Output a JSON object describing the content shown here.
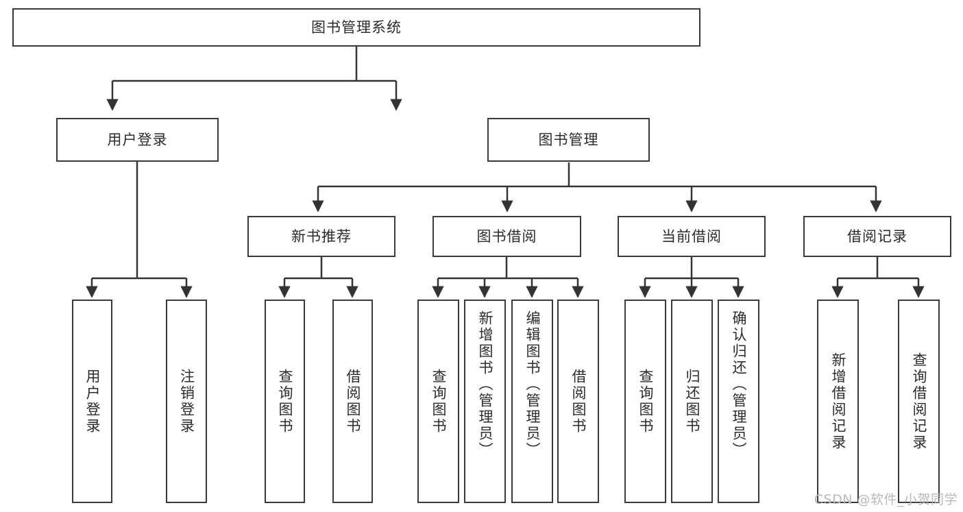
{
  "diagram": {
    "type": "tree-hierarchy",
    "title": "图书管理系统",
    "root": {
      "label": "图书管理系统"
    },
    "level2": [
      {
        "label": "用户登录"
      },
      {
        "label": "图书管理"
      }
    ],
    "level3": [
      {
        "label": "新书推荐"
      },
      {
        "label": "图书借阅"
      },
      {
        "label": "当前借阅"
      },
      {
        "label": "借阅记录"
      }
    ],
    "leaves": {
      "user_login": [
        {
          "label": "用户登录"
        },
        {
          "label": "注销登录"
        }
      ],
      "new_book_recommend": [
        {
          "label": "查询图书"
        },
        {
          "label": "借阅图书"
        }
      ],
      "book_borrow": [
        {
          "label": "查询图书"
        },
        {
          "label": "新增图书（管理员）"
        },
        {
          "label": "编辑图书（管理员）"
        },
        {
          "label": "借阅图书"
        }
      ],
      "current_borrow": [
        {
          "label": "查询图书"
        },
        {
          "label": "归还图书"
        },
        {
          "label": "确认归还（管理员）"
        }
      ],
      "borrow_record": [
        {
          "label": "新增借阅记录"
        },
        {
          "label": "查询借阅记录"
        }
      ]
    }
  },
  "watermark": {
    "text": "CSDN @软件_小贺同学"
  },
  "colors": {
    "box_border": "#3a3a3a",
    "box_fill": "#ffffff",
    "connector": "#333333",
    "text": "#2b2b2b",
    "watermark": "#b9b9b9"
  }
}
